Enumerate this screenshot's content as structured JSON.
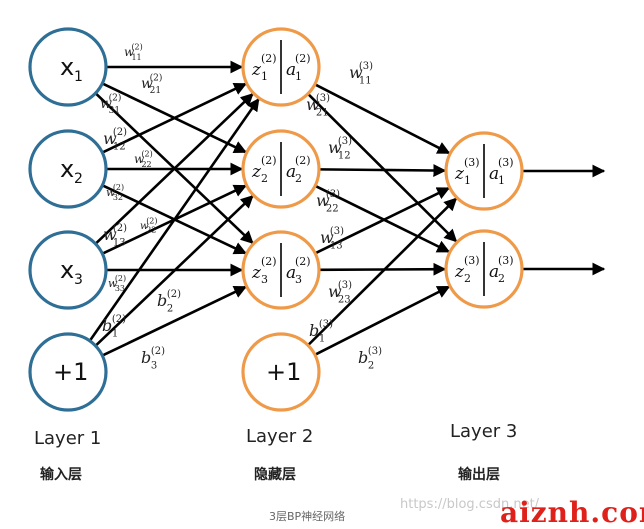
{
  "layers": [
    {
      "title": "Layer 1",
      "subtitle": "输入层",
      "nodes": [
        {
          "main": "x",
          "sub": "1"
        },
        {
          "main": "x",
          "sub": "2"
        },
        {
          "main": "x",
          "sub": "3"
        },
        {
          "main": "+1",
          "sub": ""
        }
      ]
    },
    {
      "title": "Layer 2",
      "subtitle": "隐藏层",
      "nodes": [
        {
          "z": "z",
          "zsub": "1",
          "a": "a",
          "asub": "1",
          "sup": "(2)"
        },
        {
          "z": "z",
          "zsub": "2",
          "a": "a",
          "asub": "2",
          "sup": "(2)"
        },
        {
          "z": "z",
          "zsub": "3",
          "a": "a",
          "asub": "3",
          "sup": "(2)"
        },
        {
          "main": "+1"
        }
      ]
    },
    {
      "title": "Layer 3",
      "subtitle": "输出层",
      "nodes": [
        {
          "z": "z",
          "zsub": "1",
          "a": "a",
          "asub": "1",
          "sup": "(3)"
        },
        {
          "z": "z",
          "zsub": "2",
          "a": "a",
          "asub": "2",
          "sup": "(3)"
        }
      ]
    }
  ],
  "weight_labels": [
    {
      "main": "w",
      "sub": "11",
      "sup": "(2)"
    },
    {
      "main": "w",
      "sub": "21",
      "sup": "(2)"
    },
    {
      "main": "w",
      "sub": "31",
      "sup": "(2)"
    },
    {
      "main": "w",
      "sub": "12",
      "sup": "(2)"
    },
    {
      "main": "w",
      "sub": "22",
      "sup": "(2)"
    },
    {
      "main": "w",
      "sub": "32",
      "sup": "(2)"
    },
    {
      "main": "w",
      "sub": "13",
      "sup": "(2)"
    },
    {
      "main": "w",
      "sub": "22",
      "sup": "(2)"
    },
    {
      "main": "w",
      "sub": "33",
      "sup": "(2)"
    },
    {
      "main": "b",
      "sub": "1",
      "sup": "(2)"
    },
    {
      "main": "b",
      "sub": "2",
      "sup": "(2)"
    },
    {
      "main": "b",
      "sub": "3",
      "sup": "(2)"
    },
    {
      "main": "w",
      "sub": "11",
      "sup": "(3)"
    },
    {
      "main": "w",
      "sub": "21",
      "sup": "(3)"
    },
    {
      "main": "w",
      "sub": "12",
      "sup": "(3)"
    },
    {
      "main": "w",
      "sub": "22",
      "sup": "(3)"
    },
    {
      "main": "w",
      "sub": "13",
      "sup": "(3)"
    },
    {
      "main": "w",
      "sub": "23",
      "sup": "(3)"
    },
    {
      "main": "b",
      "sub": "1",
      "sup": "(3)"
    },
    {
      "main": "b",
      "sub": "2",
      "sup": "(3)"
    }
  ],
  "caption": "3层BP神经网络",
  "watermark_url": "https://blog.csdn.net/",
  "brand": "aiznh.com",
  "colors": {
    "input": "#2f6f96",
    "hidden": "#ef9a49",
    "edge": "#000000",
    "brand": "#e0201a"
  }
}
